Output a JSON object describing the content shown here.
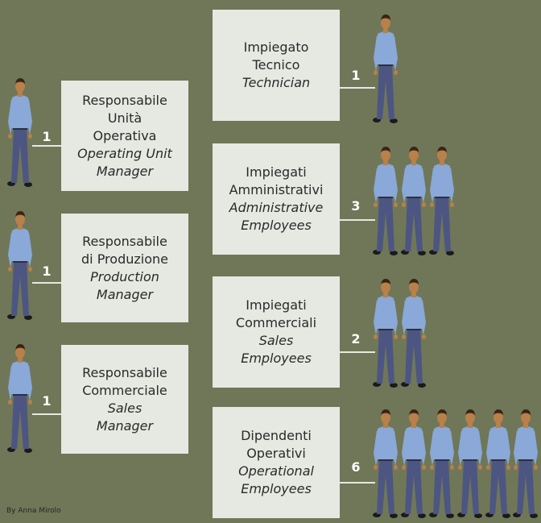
{
  "colors": {
    "background": "#6f7758",
    "box": "#e6e8e2",
    "text": "#2a2a2a",
    "count": "#ffffff",
    "shirt": "#8aa8d8",
    "trousers": "#4d5582",
    "skin": "#b8804a",
    "hair": "#3a2414"
  },
  "roles_left": [
    {
      "it_lines": [
        "Responsabile",
        "Unità",
        "Operativa"
      ],
      "en_lines": [
        "Operating Unit",
        "Manager"
      ],
      "count": "1"
    },
    {
      "it_lines": [
        "Responsabile",
        "di Produzione"
      ],
      "en_lines": [
        "Production",
        "Manager"
      ],
      "count": "1"
    },
    {
      "it_lines": [
        "Responsabile",
        "Commerciale"
      ],
      "en_lines": [
        "Sales",
        "Manager"
      ],
      "count": "1"
    }
  ],
  "roles_right": [
    {
      "it_lines": [
        "Impiegato",
        "Tecnico"
      ],
      "en_lines": [
        "Technician"
      ],
      "count": "1"
    },
    {
      "it_lines": [
        "Impiegati",
        "Amministrativi"
      ],
      "en_lines": [
        "Administrative",
        "Employees"
      ],
      "count": "3"
    },
    {
      "it_lines": [
        "Impiegati",
        "Commerciali"
      ],
      "en_lines": [
        "Sales",
        "Employees"
      ],
      "count": "2"
    },
    {
      "it_lines": [
        "Dipendenti",
        "Operativi"
      ],
      "en_lines": [
        "Operational",
        "Employees"
      ],
      "count": "6"
    }
  ],
  "credit": "By Anna Mirolo",
  "icons": {
    "person": "person-icon"
  }
}
